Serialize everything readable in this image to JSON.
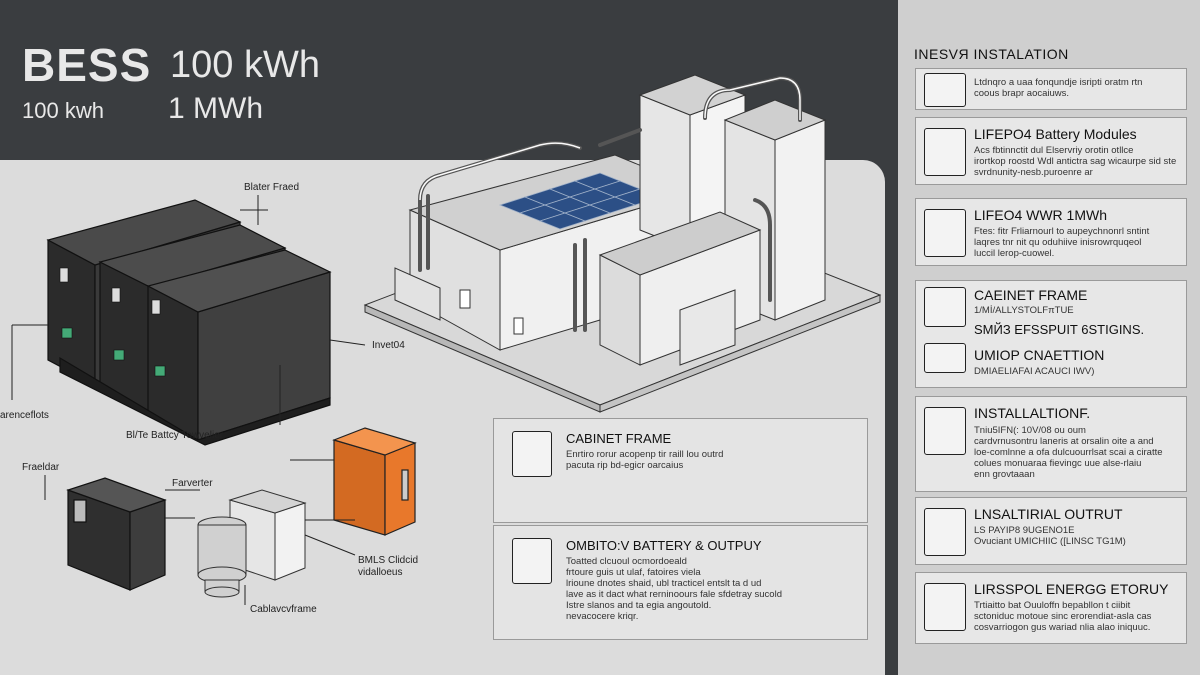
{
  "header": {
    "title": "BESS",
    "capacity_main": "100 kWh",
    "capacity_small": "100 kwh",
    "capacity_large": "1 MWh"
  },
  "left_diagram": {
    "labels": {
      "battery_frame": "Blater Fraed",
      "inverter_top": "Invet04",
      "left_side": "arenceflots",
      "battery_inverter": "Bl/Te Battcy Towvelier",
      "frame_left": "Fraeldar",
      "inverter_mid": "Farverter",
      "bms": "BMLS Clidcid\nvidalloeus",
      "cabinet_frame": "Cablavcvframe"
    }
  },
  "middle_cards": [
    {
      "title": "CABINET FRAME",
      "text": "Enrtiro rorur acopenp tir raill lou outrd\npacuta rip bd-egicr oarcaius"
    },
    {
      "title": "OMBITO:V BATTERY & OUTPUY",
      "text": "Toatted clcuoul ocmordoeald\n  frtoure guis ut ulaf, fatoires viela\nlrioune dnotes shaid, ubl tracticel entslt ta d ud\nlave as it dact what rerninoours fale sfdetray sucold\nIstre slanos and ta egia angoutold.\nnevacocere kriqr."
    }
  ],
  "right_column": {
    "heading": "INESVЯ INSTALATION",
    "cards": [
      {
        "title": "",
        "text": "Ltdnqro a uaa fonqundje isripti oratm rtn\ncoous brapr aocaiuws."
      },
      {
        "title": "LIFEPO4 Battery Modules",
        "text": "Acs fbtinnctit dul Elservriy orotin otllce\nirortkop roostd Wdl antictra sag wicaurpe sid ste\nsvrdnunity-nesb.puroenre ar"
      },
      {
        "title": "LIFEO4 WWR 1MWh",
        "text": "Ftes: fitr Frliarnourl to aupeychnonrl sntint\nlaqres tnr nit qu oduhiive inisrowrquqeol\nluccil lerop-cuowel."
      },
      {
        "title": "CAEINET FRAME",
        "text": "1/Mİ/ALLYSTOLFπTUE"
      },
      {
        "title": "SMЙЗ EFSSPUIT 6STIGINS.",
        "text": ""
      },
      {
        "title": "UMIOP CNAETTION",
        "text": "DMIAELIAFAI ACAUCI IWV)"
      },
      {
        "title": "INSTALLALTIONF.",
        "text": "Tniu5IFN(: 10V/08 ou oum\ncardvrnusontru laneris at orsalin oite a and\nloe-comlnne a ofa dulcuourrlsat scai a ciratte\ncolues monuaraa fievingc uue alse-rlaiu\nenn grovtaaan"
      },
      {
        "title": "LNSALTIRIAL OUTRUT",
        "text": "LS PAYIP8 9UGENO1E\nOvuciant UMICHIIC ([LINSC TG1M)"
      },
      {
        "title": "LIRSSPOL ENERGG ETORUY",
        "text": "Trtiaitto bat Ouuloffn bepabllon t ciibit\nsctoniduc motoue sinc erorendiat-asla cas\ncosvarriogon gus wariad nlia alao iniquuc."
      }
    ]
  },
  "colors": {
    "background": "#3a3d40",
    "panel": "#dcdcdc",
    "accent_orange": "#e8782b",
    "solar": "#2c4f86"
  }
}
